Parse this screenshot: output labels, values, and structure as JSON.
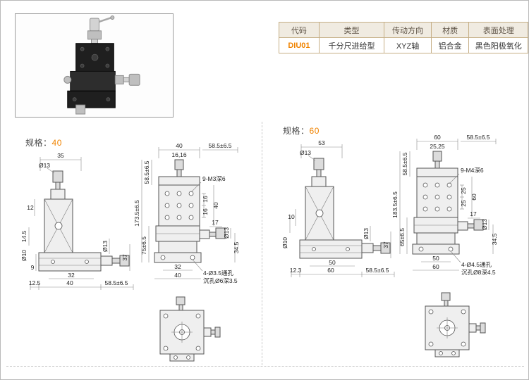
{
  "colors": {
    "accent": "#f08300"
  },
  "table": {
    "headers": [
      "代码",
      "类型",
      "传动方向",
      "材质",
      "表面处理"
    ],
    "row": [
      "DIU01",
      "千分尺进给型",
      "XYZ轴",
      "铝合金",
      "黑色阳极氧化"
    ]
  },
  "sections": {
    "s40": {
      "label": "规格：",
      "value": "40"
    },
    "s60": {
      "label": "规格：",
      "value": "60"
    }
  },
  "dims40": {
    "front": {
      "top_width": "35",
      "top_dia": "Ø13",
      "left_height": "12",
      "left_mid": "14.5",
      "left_dia": "Ø10",
      "left_base": "9",
      "bottom_holes": "32",
      "bottom_offset": "12.5",
      "bottom_width": "40",
      "bottom_travel": "58.5±6.5",
      "right_dia": "Ø13",
      "right_height": "37"
    },
    "side": {
      "top_width": "40",
      "top_spacing": "16,16",
      "top_travel": "58.5±6.5",
      "left_travel": "58.5±6.5",
      "total_height": "173.5±6.5",
      "lower_height": "75±6.5",
      "thread_note": "9-M3深6",
      "right_spacing_a": "16",
      "right_spacing_b": "16",
      "right_width": "40",
      "mic_length": "17",
      "mic_dia": "Ø13",
      "mic_height": "34.5",
      "bottom_holes": "32",
      "bottom_width": "40",
      "hole_note_1": "4-Ø3.5通孔",
      "hole_note_2": "沉孔Ø6深3.5"
    }
  },
  "dims60": {
    "front": {
      "top_width": "53",
      "top_dia": "Ø13",
      "left_height": "10",
      "left_dia": "Ø10",
      "bottom_holes": "50",
      "bottom_offset": "12.3",
      "bottom_width": "60",
      "bottom_travel": "58.5±6.5",
      "right_dia": "Ø13",
      "right_height": "37"
    },
    "side": {
      "top_width": "60",
      "top_spacing": "25,25",
      "top_travel": "58.5±6.5",
      "left_travel": "58.5±6.5",
      "total_height": "183.5±6.5",
      "lower_height": "65±6.5",
      "thread_note": "9-M4深6",
      "right_spacing_a": "25",
      "right_spacing_b": "25",
      "right_width": "60",
      "mic_length": "17",
      "mic_dia": "Ø13",
      "mic_height": "34.5",
      "bottom_holes": "50",
      "bottom_width": "60",
      "hole_note_1": "4-Ø4.5通孔",
      "hole_note_2": "沉孔Ø8深4.5"
    }
  }
}
